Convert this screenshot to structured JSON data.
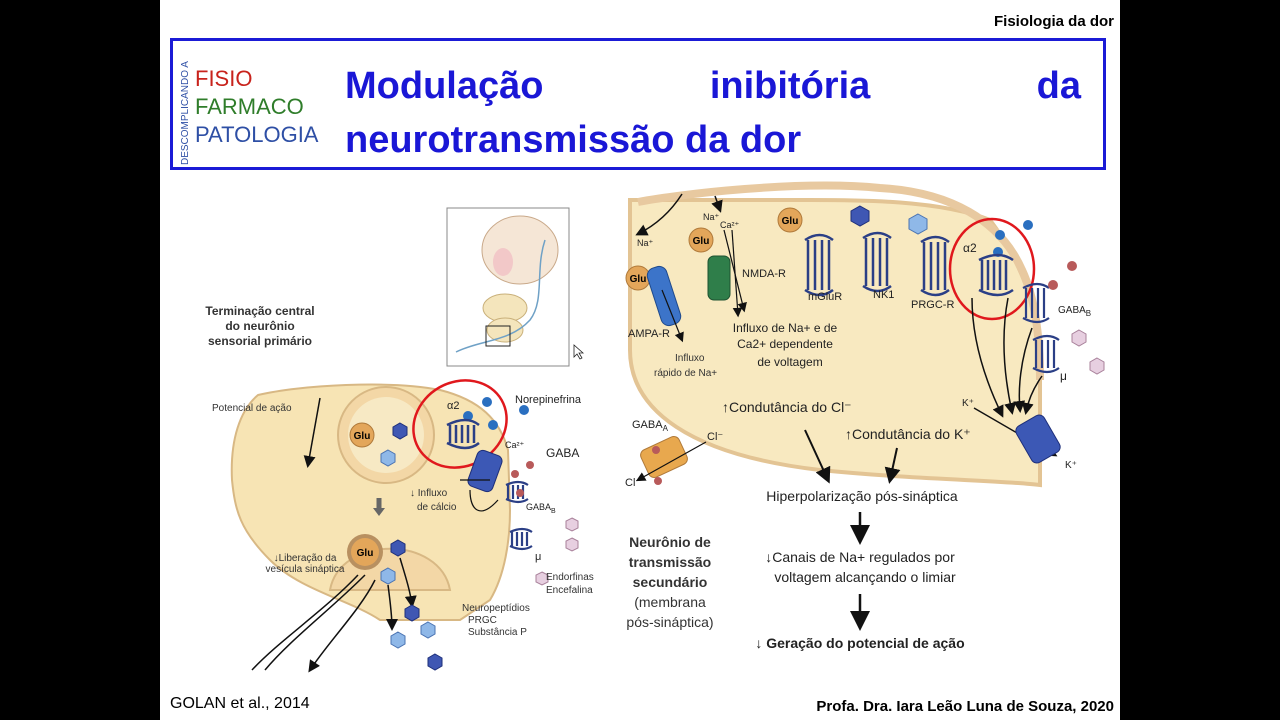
{
  "header": {
    "corner_title": "Fisiologia da dor",
    "logo": {
      "side_text": "DESCOMPLICANDO A",
      "line1": "FISIO",
      "line2": "FARMACO",
      "line3": "PATOLOGIA"
    },
    "title_line1_words": [
      "Modulação",
      "inibitória",
      "da"
    ],
    "title_line2": "neurotransmissão da dor"
  },
  "left_panel": {
    "terminal_label": [
      "Terminação central",
      "do neurônio",
      "sensorial primário"
    ],
    "action_potential": "Potencial de ação",
    "glu": "Glu",
    "alpha2": "α2",
    "norepinephrine": "Norepinefrina",
    "ca": "Ca²⁺",
    "gaba": "GABA",
    "gaba_b": "GABAB",
    "mu": "μ",
    "calcium_influx": [
      "↓ Influxo",
      "de cálcio"
    ],
    "vesicle_release": [
      "↓Liberação da",
      "vesícula sináptica"
    ],
    "endorphins": [
      "Endorfinas",
      "Encefalina"
    ],
    "neuropeptides": [
      "Neuropeptídios",
      "PRGC",
      "Substância P"
    ]
  },
  "right_panel": {
    "na_top": "Na⁺",
    "na_ca": "Na⁺",
    "ca": "Ca²⁺",
    "glu": "Glu",
    "receptors": [
      "NMDA-R",
      "mGluR",
      "NK1",
      "PRGC-R"
    ],
    "alpha2": "α2",
    "gaba_b": "GABAB",
    "mu": "μ",
    "ampa": "AMPA-R",
    "fast_influx": [
      "Influxo",
      "rápido de Na+"
    ],
    "na_ca_influx": [
      "Influxo de Na+ e de",
      "Ca2+ dependente",
      "de voltagem"
    ],
    "cl_conductance": "↑Condutância do Cl⁻",
    "k_conductance": "↑Condutância do K⁺",
    "gaba_a": "GABAA",
    "cl1": "Cl⁻",
    "cl2": "Cl⁻",
    "k1": "K⁺",
    "k2": "K⁺",
    "hyperpolarization": "Hiperpolarização pós-sináptica",
    "na_channels": [
      "↓Canais de Na+ regulados por",
      "voltagem alcançando o limiar"
    ],
    "action_potential_gen": "↓ Geração do potencial de ação",
    "second_neuron": [
      "Neurônio de",
      "transmissão",
      "secundário",
      "(membrana",
      "pós-sináptica)"
    ]
  },
  "footer": {
    "citation": "GOLAN et al., 2014",
    "author": "Profa. Dra. Iara Leão Luna de Souza, 2020"
  }
}
